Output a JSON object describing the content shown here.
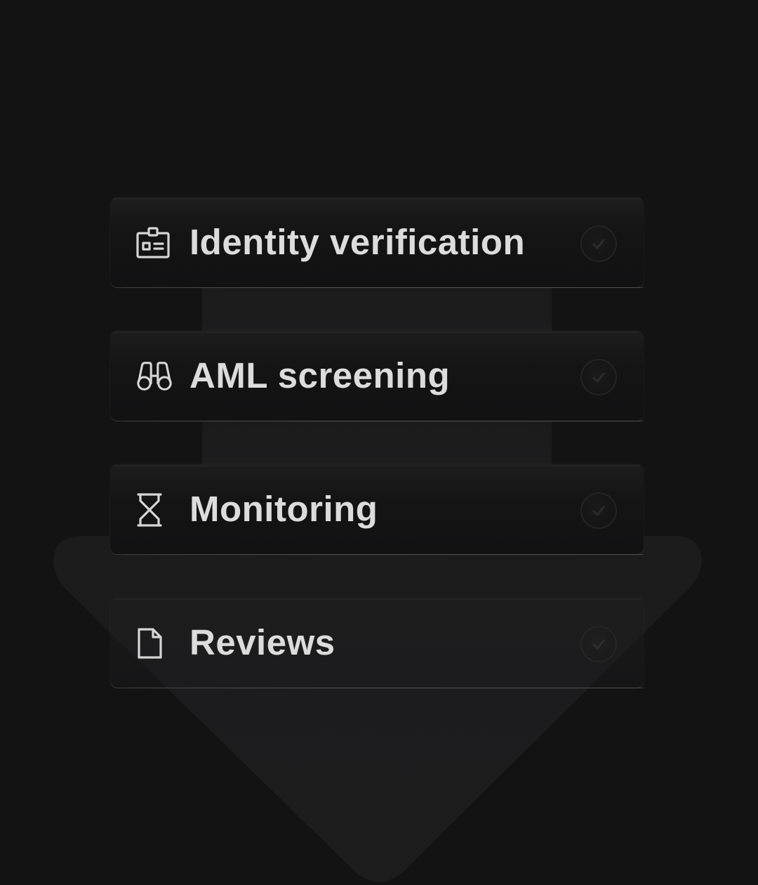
{
  "steps": [
    {
      "label": "Identity verification",
      "icon": "id-badge-icon",
      "completed": true
    },
    {
      "label": "AML screening",
      "icon": "binoculars-icon",
      "completed": true
    },
    {
      "label": "Monitoring",
      "icon": "hourglass-icon",
      "completed": true
    },
    {
      "label": "Reviews",
      "icon": "document-icon",
      "completed": true
    }
  ],
  "colors": {
    "background": "#131314",
    "card": "#141415",
    "funnel": "#1c1c1d",
    "text": "#dcdcdd",
    "icon": "#d6d6d7",
    "check": "#2c2c2e"
  }
}
